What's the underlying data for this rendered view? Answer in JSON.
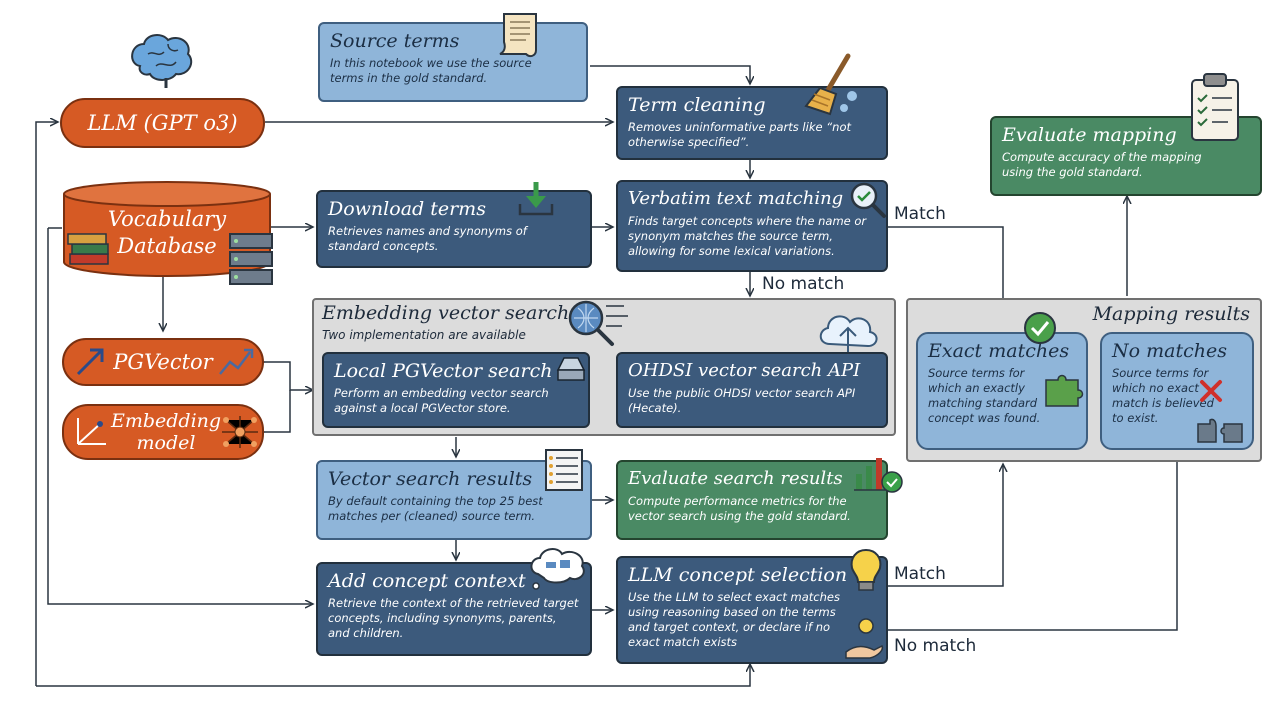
{
  "nodes": {
    "source_terms": {
      "title": "Source terms",
      "desc": "In this notebook we use the source terms in the gold standard."
    },
    "llm": {
      "title": "LLM (GPT o3)"
    },
    "vocab_db": {
      "title": "Vocabulary Database"
    },
    "pgvector": {
      "title": "PGVector"
    },
    "embedding_model": {
      "title": "Embedding model"
    },
    "term_cleaning": {
      "title": "Term cleaning",
      "desc": "Removes uninformative parts like “not otherwise specified”."
    },
    "download_terms": {
      "title": "Download terms",
      "desc": "Retrieves names and synonyms of standard concepts."
    },
    "verbatim": {
      "title": "Verbatim text matching",
      "desc": "Finds target concepts where the name or synonym matches the source term, allowing for some lexical variations."
    },
    "embedding_group": {
      "title": "Embedding vector search",
      "subtitle": "Two implementation are available"
    },
    "local_pgvector": {
      "title": "Local PGVector search",
      "desc": "Perform an embedding vector search against a local PGVector store."
    },
    "ohdsi_api": {
      "title": "OHDSI vector search API",
      "desc": "Use the public OHDSI vector search API (Hecate)."
    },
    "vector_results": {
      "title": "Vector search results",
      "desc": "By default containing the top 25 best matches per (cleaned) source term."
    },
    "evaluate_search": {
      "title": "Evaluate search results",
      "desc": "Compute performance metrics for the vector search using the gold standard."
    },
    "add_context": {
      "title": "Add concept context",
      "desc": "Retrieve the context of the retrieved target concepts, including synonyms, parents, and children."
    },
    "llm_selection": {
      "title": "LLM concept selection",
      "desc": "Use the LLM to select exact matches using reasoning based on the terms and target context, or declare if no exact match exists"
    },
    "evaluate_mapping": {
      "title": "Evaluate mapping",
      "desc": "Compute accuracy of the mapping using the gold standard."
    },
    "mapping_results": {
      "title": "Mapping results"
    },
    "exact_matches": {
      "title": "Exact matches",
      "desc": "Source terms for which an exactly matching standard concept was found."
    },
    "no_matches": {
      "title": "No matches",
      "desc": "Source terms for which no exact match is believed to exist."
    }
  },
  "edge_labels": {
    "verbatim_match": "Match",
    "verbatim_no_match": "No match",
    "llm_match": "Match",
    "llm_no_match": "No match"
  },
  "icons": [
    "brain-icon",
    "scroll-icon",
    "broom-icon",
    "clipboard-icon",
    "books-icon",
    "server-icon",
    "download-icon",
    "magnifier-check-icon",
    "search-network-icon",
    "cloud-icon",
    "hard-drive-icon",
    "chart-arrow-icon",
    "network-nodes-icon",
    "list-icon",
    "bar-chart-check-icon",
    "thought-bubble-icon",
    "lightbulb-icon",
    "hand-lightbulb-icon",
    "check-circle-icon",
    "puzzle-icon",
    "x-mark-icon"
  ],
  "colors": {
    "navy": "#3c5a7c",
    "light_blue": "#8fb5d9",
    "green": "#4a8a64",
    "orange": "#d65a24",
    "gray_panel": "#dcdcdc"
  }
}
